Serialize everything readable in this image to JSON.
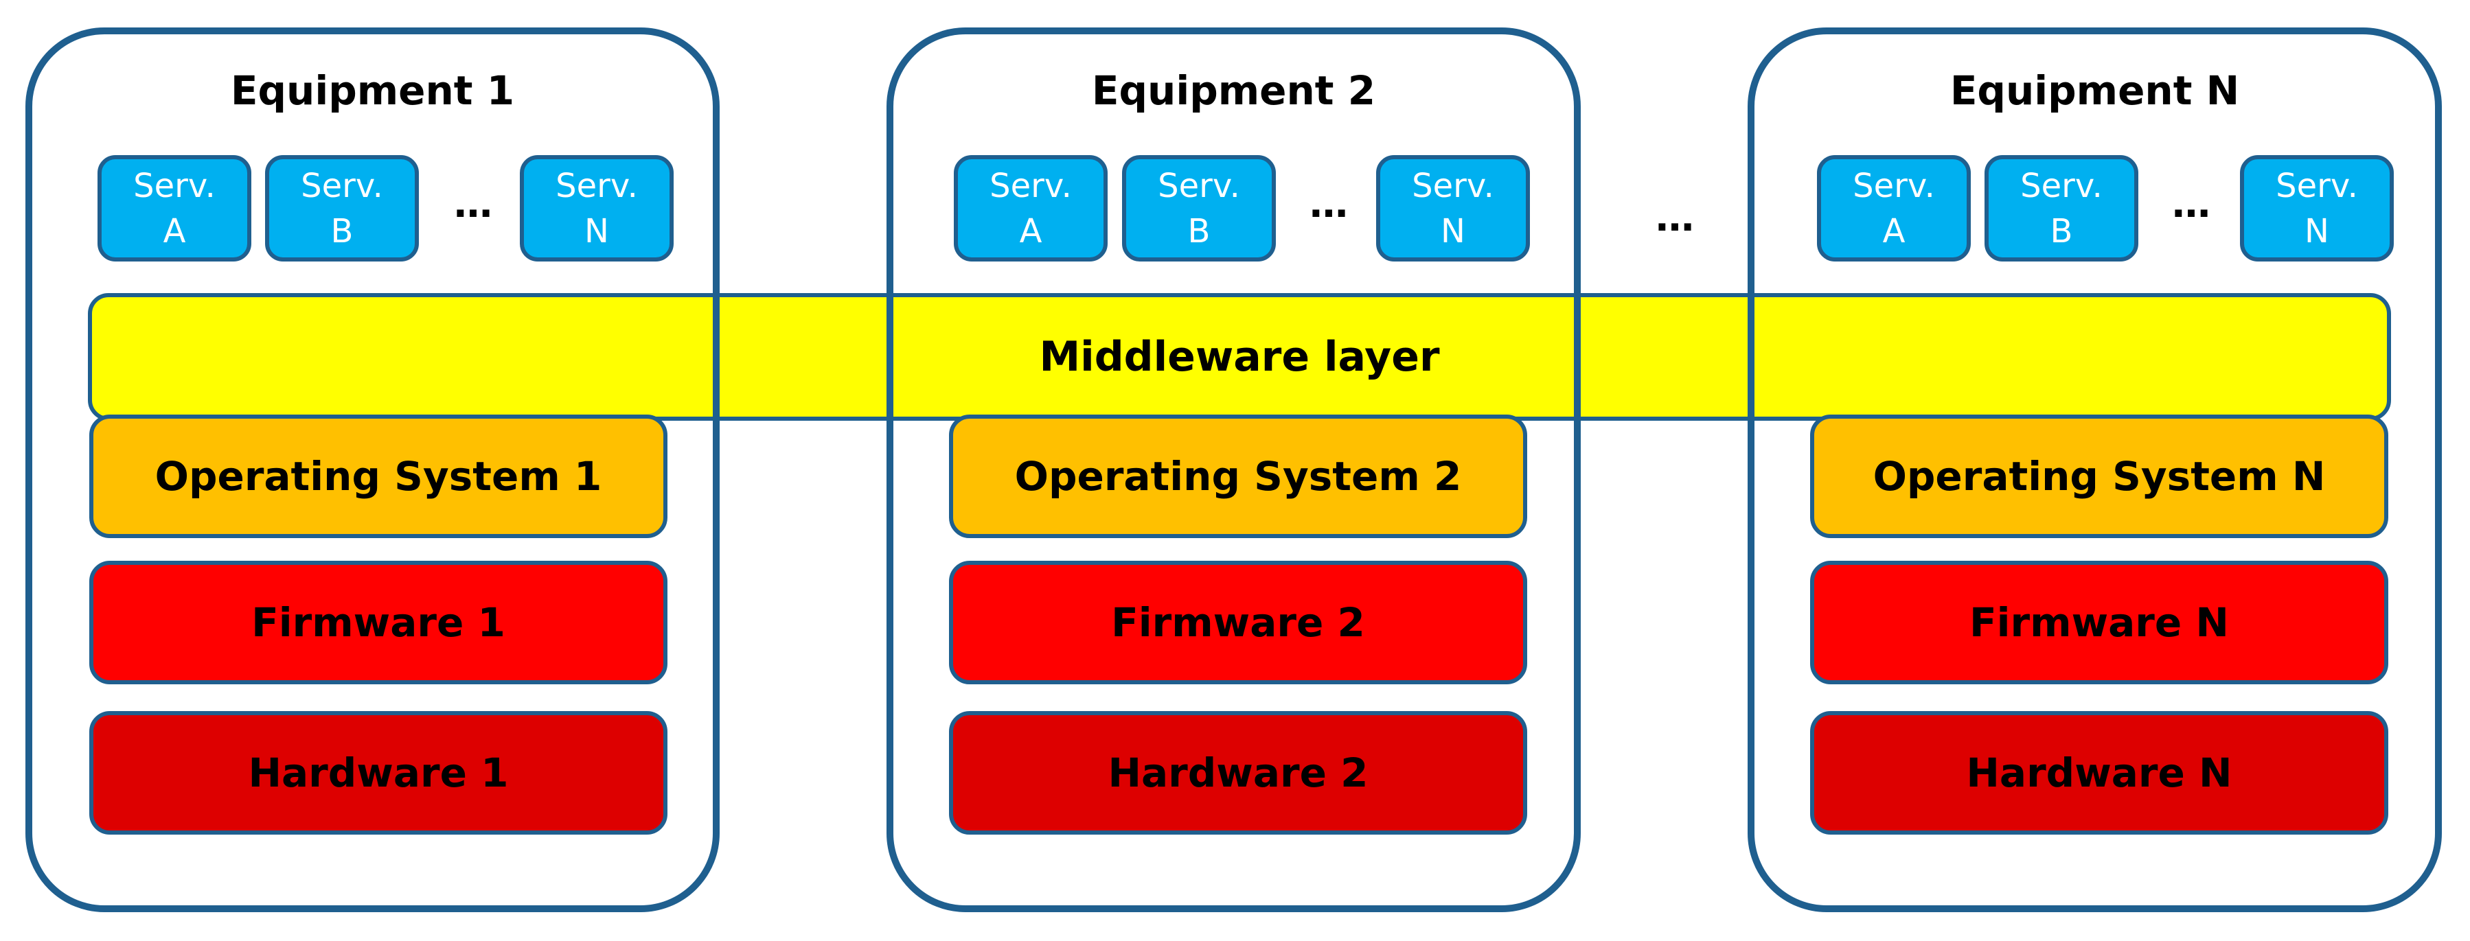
{
  "equipments": [
    {
      "title": "Equipment 1",
      "services": [
        {
          "line1": "Serv.",
          "line2": "A"
        },
        {
          "line1": "Serv.",
          "line2": "B"
        },
        {
          "line1": "Serv.",
          "line2": "N"
        }
      ],
      "ellipsis": "…",
      "os": "Operating System 1",
      "firmware": "Firmware 1",
      "hardware": "Hardware 1"
    },
    {
      "title": "Equipment 2",
      "services": [
        {
          "line1": "Serv.",
          "line2": "A"
        },
        {
          "line1": "Serv.",
          "line2": "B"
        },
        {
          "line1": "Serv.",
          "line2": "N"
        }
      ],
      "ellipsis": "…",
      "os": "Operating System 2",
      "firmware": "Firmware 2",
      "hardware": "Hardware 2"
    },
    {
      "title": "Equipment N",
      "services": [
        {
          "line1": "Serv.",
          "line2": "A"
        },
        {
          "line1": "Serv.",
          "line2": "B"
        },
        {
          "line1": "Serv.",
          "line2": "N"
        }
      ],
      "ellipsis": "…",
      "os": "Operating System N",
      "firmware": "Firmware N",
      "hardware": "Hardware N"
    }
  ],
  "middleware": "Middleware layer",
  "between_ellipsis": "…",
  "colors": {
    "border": "#1f5f8f",
    "service": "#00b0f0",
    "middleware": "#ffff00",
    "os": "#ffc000",
    "firmware": "#ff0000",
    "hardware": "#dd0000"
  }
}
